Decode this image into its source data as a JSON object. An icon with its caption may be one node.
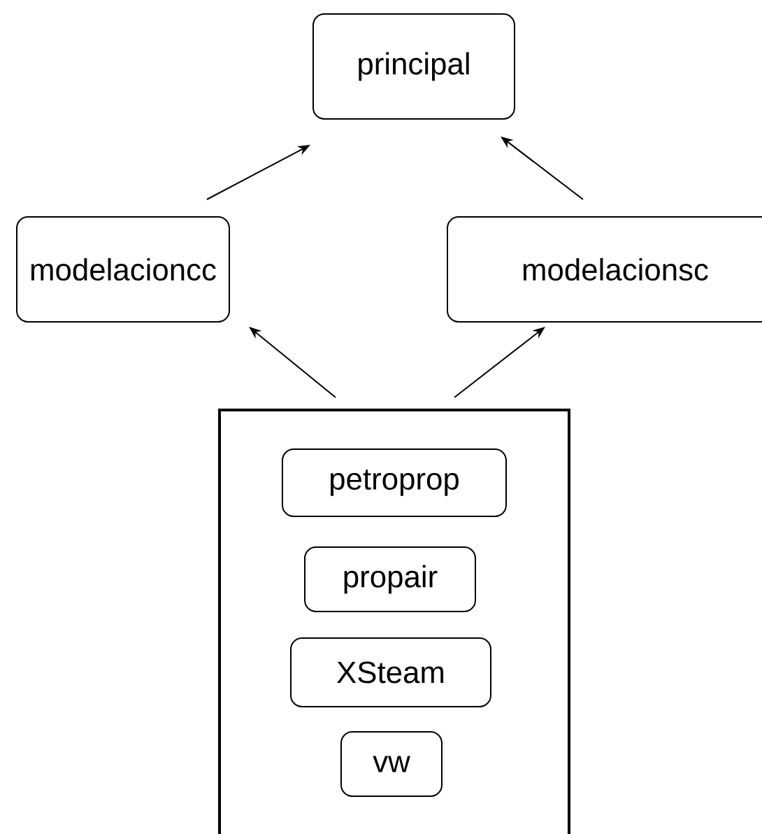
{
  "diagram": {
    "nodes": [
      {
        "text": [
          "principal"
        ]
      },
      {
        "text": [
          "modelacioncc"
        ]
      },
      {
        "text": [
          "modelacionsc"
        ]
      },
      {
        "text": [],
        "shape": "box"
      },
      {
        "text": [
          "petroprop"
        ],
        "in": 3
      },
      {
        "text": [
          "propair"
        ],
        "in": 3
      },
      {
        "text": [
          "XSteam"
        ],
        "in": 3
      },
      {
        "text": [
          "vw"
        ],
        "in": 3
      }
    ],
    "edges": [
      {
        "from": 1,
        "to": 0,
        "arrow": "to"
      },
      {
        "from": 2,
        "to": 0,
        "arrow": "to"
      },
      {
        "from": 3,
        "to": 1,
        "arrow": "to"
      },
      {
        "from": 3,
        "to": 2,
        "arrow": "to"
      }
    ]
  }
}
